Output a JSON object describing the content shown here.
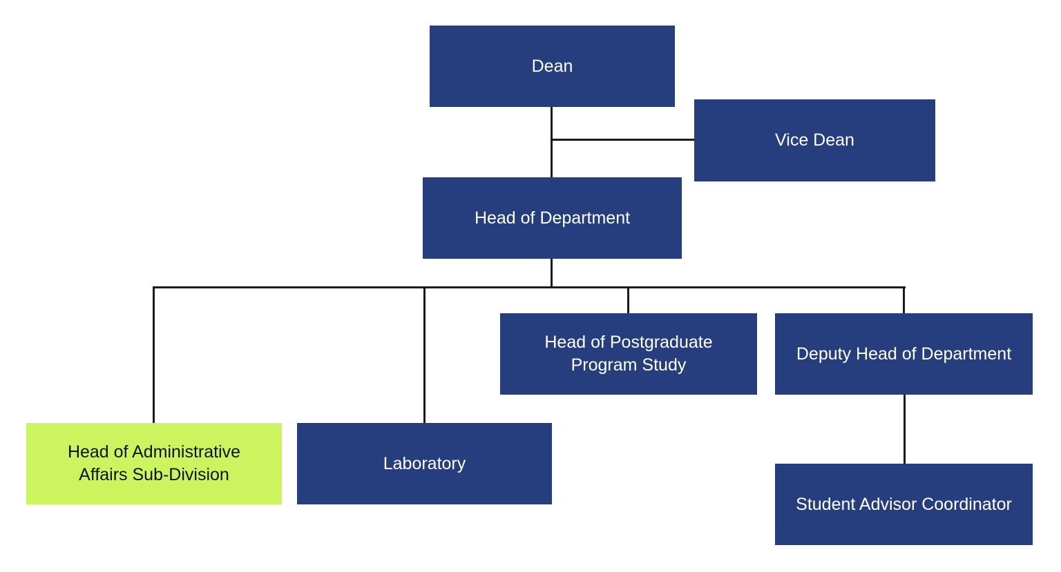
{
  "colors": {
    "box_fill": "#263e7e",
    "highlight_fill": "#ccf45f",
    "connector": "#1a1a1a",
    "text_light": "#ffffff",
    "text_dark": "#111111"
  },
  "nodes": {
    "dean": {
      "label": "Dean"
    },
    "vice_dean": {
      "label": "Vice Dean"
    },
    "head_of_department": {
      "label": "Head of Department"
    },
    "head_postgraduate": {
      "label": "Head of Postgraduate\nProgram Study"
    },
    "deputy_head": {
      "label": "Deputy Head of Department"
    },
    "head_admin": {
      "label": "Head of Administrative\nAffairs Sub-Division",
      "highlighted": true
    },
    "laboratory": {
      "label": "Laboratory"
    },
    "student_advisor": {
      "label": "Student Advisor Coordinator"
    }
  },
  "edges": [
    {
      "from": "dean",
      "to": "head_of_department"
    },
    {
      "from": "vice_dean",
      "to": "dean-head_of_department link"
    },
    {
      "from": "head_of_department",
      "to": "head_admin"
    },
    {
      "from": "head_of_department",
      "to": "laboratory"
    },
    {
      "from": "head_of_department",
      "to": "head_postgraduate"
    },
    {
      "from": "head_of_department",
      "to": "deputy_head"
    },
    {
      "from": "deputy_head",
      "to": "student_advisor"
    }
  ]
}
